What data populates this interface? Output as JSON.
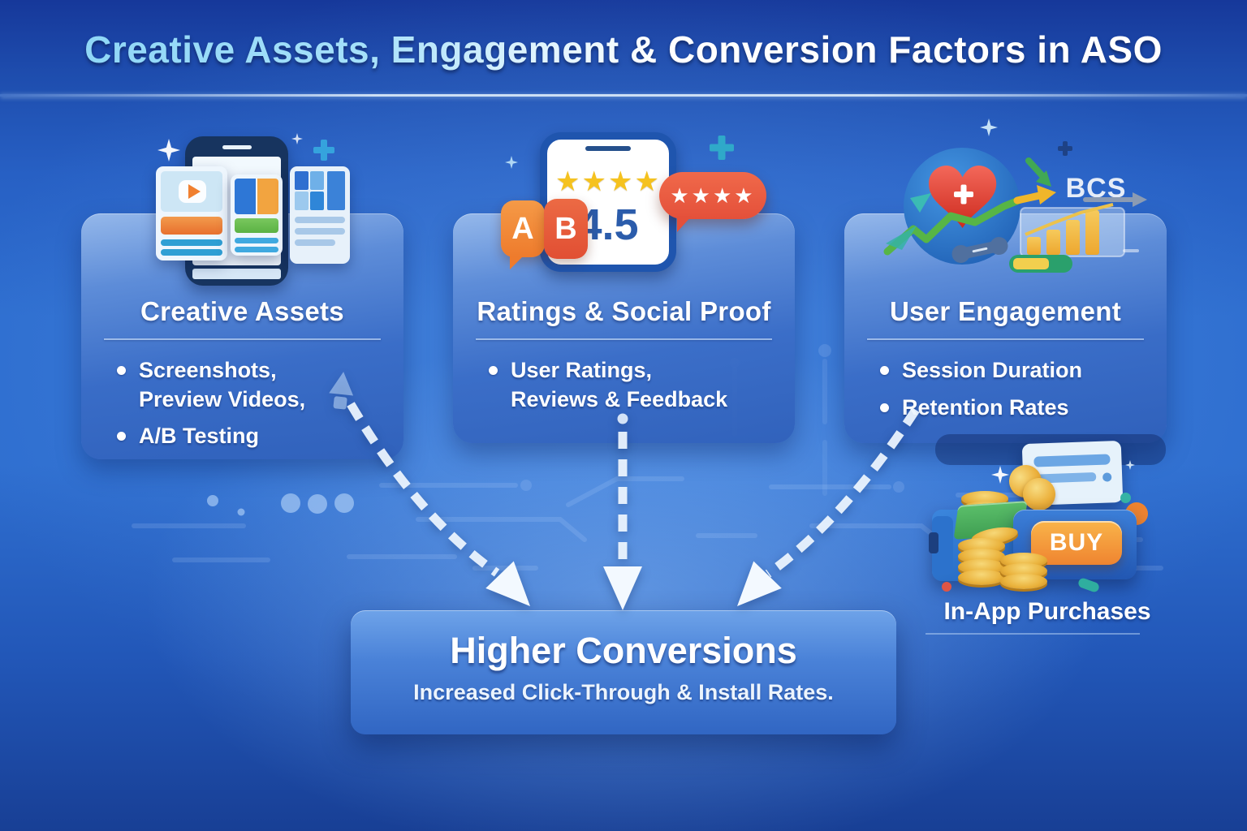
{
  "title": "Creative Assets, Engagement & Conversion Factors in ASO",
  "cards": [
    {
      "title": "Creative Assets",
      "bullets": [
        "Screenshots,\nPreview Videos,",
        "A/B Testing"
      ]
    },
    {
      "title": "Ratings & Social Proof",
      "bullets": [
        "User Ratings,\nReviews & Feedback"
      ]
    },
    {
      "title": "User Engagement",
      "bullets": [
        "Session Duration",
        "Retention Rates"
      ]
    }
  ],
  "result": {
    "title": "Higher Conversions",
    "subtitle": "Increased Click-Through & Install Rates."
  },
  "ratings_icon": {
    "score": "4.5",
    "variant_a": "A",
    "variant_b": "B",
    "screen_stars": "★★★★",
    "bubble_stars": "★★★★"
  },
  "engagement_icon": {
    "chart_label": "BCS"
  },
  "purchases": {
    "buy_label": "BUY",
    "label": "In-App Purchases"
  },
  "colors": {
    "accent_cyan": "#8fd7f7",
    "panel_blue": "#3a74cf",
    "orange": "#f28a3c",
    "red_orange": "#e8563e",
    "gold": "#f2bc3a",
    "green": "#5eb94c",
    "white": "#ffffff"
  }
}
